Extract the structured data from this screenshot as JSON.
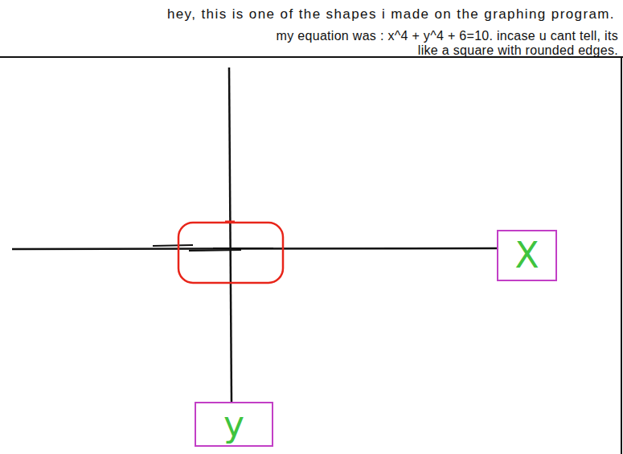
{
  "diagram": {
    "nodes": [
      {
        "text": [
          "X"
        ]
      },
      {
        "text": [
          "y"
        ]
      }
    ],
    "labels": [
      "hey, this is one of the shapes i made on the graphing program.",
      "my equation was : x^4 + y^4 + 6=10. incase u cant tell, its like a square with rounded edges."
    ]
  }
}
